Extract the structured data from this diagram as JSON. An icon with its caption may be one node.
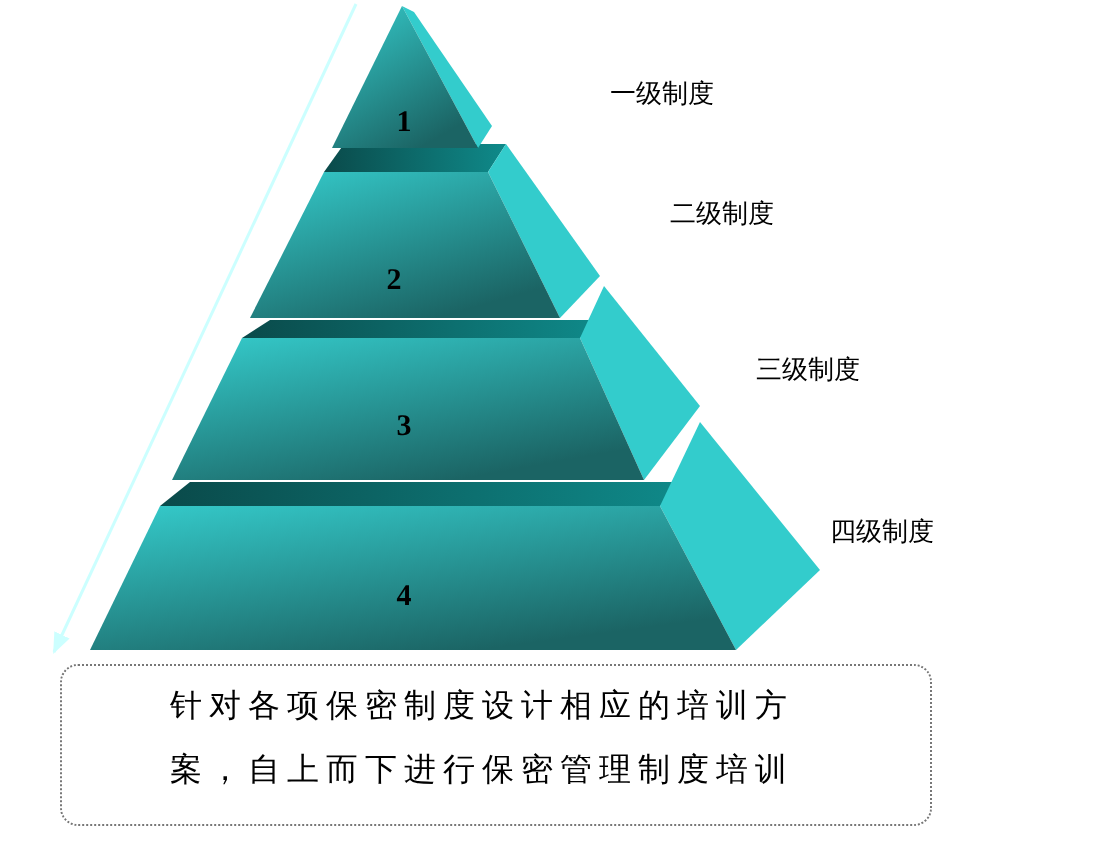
{
  "diagram": {
    "nodes": [
      {
        "text": [
          "1"
        ]
      },
      {
        "text": [
          "2"
        ]
      },
      {
        "text": [
          "3"
        ]
      },
      {
        "text": [
          "4"
        ]
      },
      {
        "text": [
          "针对各项保密制度设计相应的培训方案，自上而下进行保密管理制度培训"
        ]
      }
    ],
    "labels": [
      "一级制度",
      "二级制度",
      "三级制度",
      "四级制度"
    ]
  }
}
